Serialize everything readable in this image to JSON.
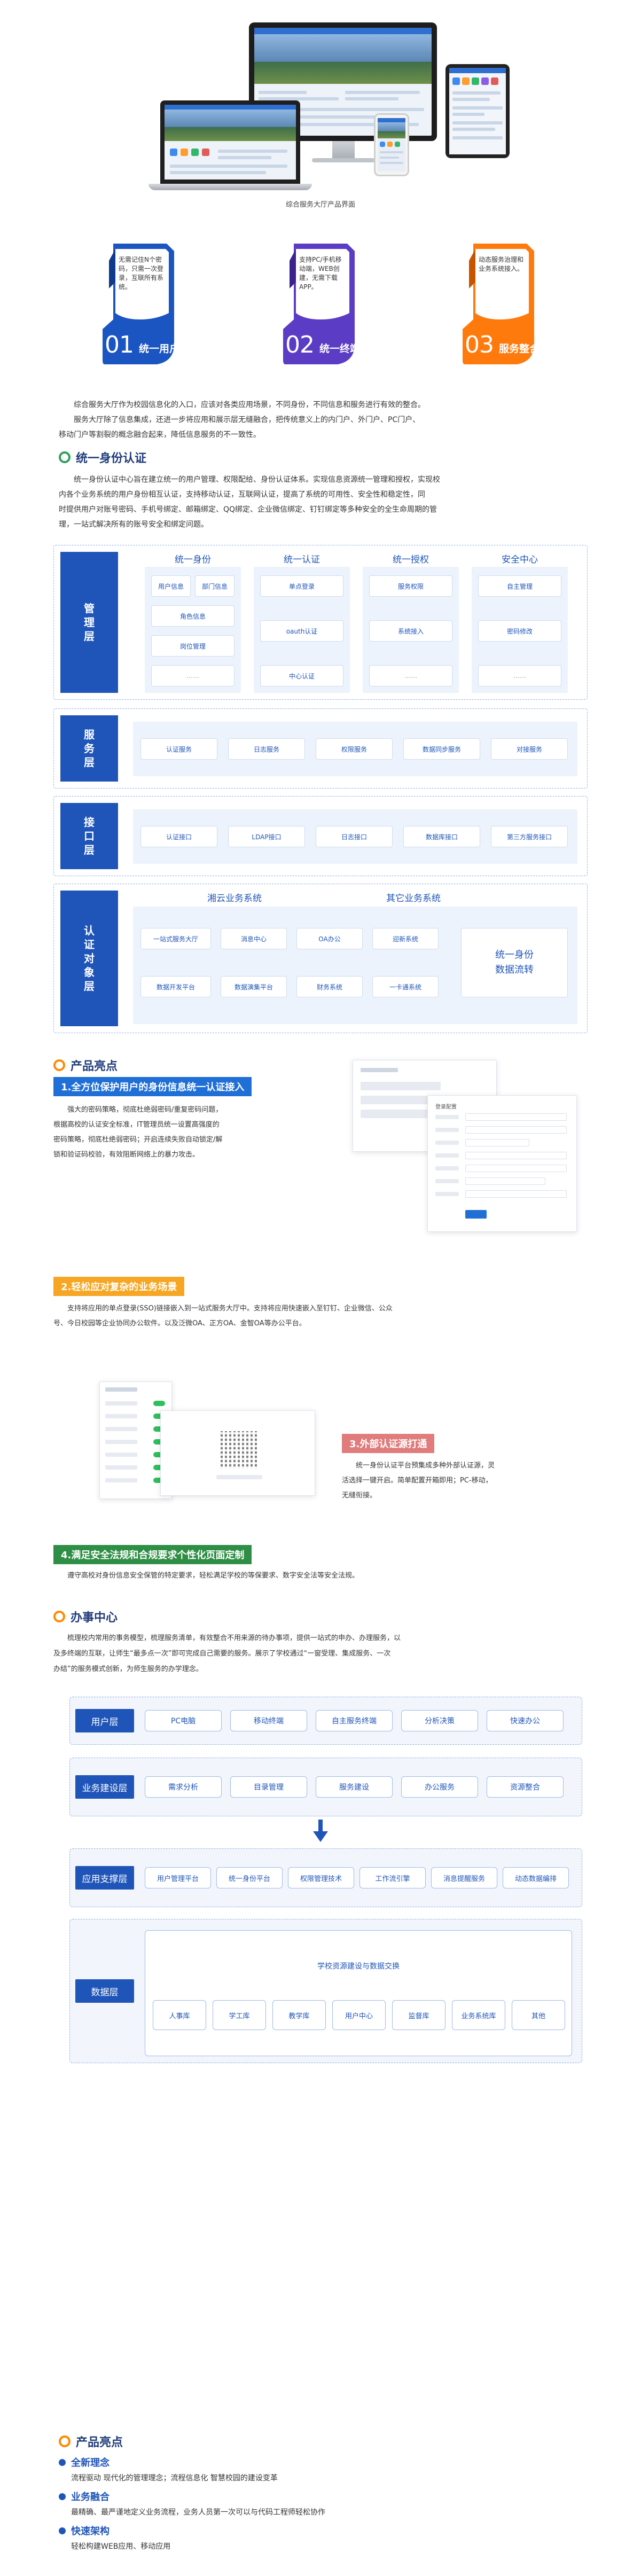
{
  "hero": {
    "caption": "综合服务大厅产品界面"
  },
  "badges": [
    {
      "num": "01",
      "label": "统一用户",
      "desc": "无需记住N个密码，只需一次登录，互联所有系统。",
      "color": "#1a55c2"
    },
    {
      "num": "02",
      "label": "统一终端",
      "desc": "支持PC/手机移动端，WEB创建，无需下载APP。",
      "color": "#5b3cc4"
    },
    {
      "num": "03",
      "label": "服务整合",
      "desc": "动态服务治理和业务系统接入。",
      "color": "#ff7a0d"
    }
  ],
  "intro": {
    "line1": "综合服务大厅作为校园信息化的入口，应该对各类应用场景，不同身份，不同信息和服务进行有效的整合。",
    "line2": "服务大厅除了信息集成，还进一步将应用和展示层无缝融合，把传统意义上的内门户、外门户、PC门户、",
    "line3": "移动门户等割裂的概念融合起来，降低信息服务的不一致性。"
  },
  "uia": {
    "title": "统一身份认证",
    "para": [
      "统一身份认证中心旨在建立统一的用户管理、权限配给、身份认证体系。实现信息资源统一管理和授权，实现校",
      "内各个业务系统的用户身份相互认证，支持移动认证，互联网认证，提高了系统的可用性、安全性和稳定性，同",
      "时提供用户对账号密码、手机号绑定、邮箱绑定、QQ绑定、企业微信绑定、钉钉绑定等多种安全的全生命周期的管",
      "理，一站式解决所有的账号安全和绑定问题。"
    ],
    "mgmt": {
      "tag": "管理层",
      "groups": [
        {
          "head": "统一身份",
          "items": [
            "用户信息",
            "部门信息",
            "角色信息",
            "岗位管理",
            "……"
          ]
        },
        {
          "head": "统一认证",
          "items": [
            "单点登录",
            "oauth认证",
            "中心认证"
          ]
        },
        {
          "head": "统一授权",
          "items": [
            "服务权限",
            "系统接入",
            "……"
          ]
        },
        {
          "head": "安全中心",
          "items": [
            "自主管理",
            "密码修改",
            "……"
          ]
        }
      ]
    },
    "service": {
      "tag": "服务层",
      "items": [
        "认证服务",
        "日志服务",
        "权限服务",
        "数据同步服务",
        "对接服务"
      ]
    },
    "iface": {
      "tag": "接口层",
      "items": [
        "认证接口",
        "LDAP接口",
        "日志接口",
        "数据库接口",
        "第三方服务接口"
      ]
    },
    "objects": {
      "tag": "认证对象层",
      "group1": {
        "head": "湘云业务系统",
        "items": [
          "一站式服务大厅",
          "消息中心",
          "OA办公",
          "数据开发平台",
          "数据演集平台",
          "财务系统"
        ]
      },
      "group2": {
        "head": "其它业务系统",
        "items": [
          "迎新系统",
          "一卡通系统"
        ]
      },
      "big": "统一身份数据流转"
    }
  },
  "highlights1": {
    "title": "产品亮点",
    "h1": {
      "tag": "1.全方位保护用户的身份信息统一认证接入",
      "text": [
        "强大的密码策略，彻底杜绝弱密码/重复密码问题，",
        "根据高校的认证安全标准，IT管理员统一设置高强度的",
        "密码策略，彻底杜绝弱密码；开启连续失败自动锁定/解",
        "锁和验证码校验，有效阻断网络上的暴力攻击。"
      ]
    },
    "h2": {
      "tag": "2.轻松应对复杂的业务场景",
      "text": [
        "支持将应用的单点登录(SSO)链接嵌入到一站式服务大厅中。支持将应用快速嵌入至钉钉、企业微信、公众",
        "号、今日校园等企业协同办公软件。以及泛微OA、正方OA、金智OA等办公平台。"
      ]
    },
    "h3": {
      "tag": "3.外部认证源打通",
      "text": [
        "统一身份认证平台预集成多种外部认证源，灵",
        "活选择一键开启。简单配置开箱即用；PC-移动，",
        "无缝衔接。"
      ]
    },
    "h4": {
      "tag": "4.满足安全法规和合规要求个性化页面定制",
      "text": "遵守高校对身份信息安全保管的特定要求，轻松满足学校的等保要求、数字安全法等安全法规。"
    },
    "mock": {
      "title": "登录配置"
    }
  },
  "office": {
    "title": "办事中心",
    "para": [
      "梳理校内常用的事务模型，梳理服务清单，有效整合不用来源的待办事项，提供一站式的申办、办理服务，以",
      "及多终端的互联，让师生“最多点一次”即可完成自己需要的服务。展示了学校通过“一窗受理、集成服务、一次",
      "办结”的服务模式创新，为师生服务的办学理念。"
    ],
    "rows": [
      {
        "tag": "用户层",
        "items": [
          "PC电脑",
          "移动终端",
          "自主服务终端",
          "分析决策",
          "快速办公"
        ]
      },
      {
        "tag": "业务建设层",
        "items": [
          "需求分析",
          "目录管理",
          "服务建设",
          "办公服务",
          "资源整合"
        ]
      },
      {
        "tag": "应用支撑层",
        "items": [
          "用户管理平台",
          "统一身份平台",
          "权限管理技术",
          "工作流引擎",
          "消息提醒服务",
          "动态数据编排"
        ]
      }
    ],
    "data": {
      "tag": "数据层",
      "top": "学校资源建设与数据交换",
      "items": [
        "人事库",
        "学工库",
        "教学库",
        "用户中心",
        "监督库",
        "业务系统库",
        "其他"
      ]
    }
  },
  "highlights2": {
    "title": "产品亮点",
    "items": [
      {
        "head": "全新理念",
        "desc": "流程驱动  现代化的管理理念；流程信息化 智慧校园的建设变革"
      },
      {
        "head": "业务融合",
        "desc": "最精确、最严谨地定义业务流程，业务人员第一次可以与代码工程师轻松协作"
      },
      {
        "head": "快速架构",
        "desc": "轻松构建WEB应用、移动应用"
      }
    ]
  },
  "colors": {
    "primary": "#1f55b8",
    "accent_orange": "#ff8a00",
    "accent_green": "#2ca05a"
  }
}
